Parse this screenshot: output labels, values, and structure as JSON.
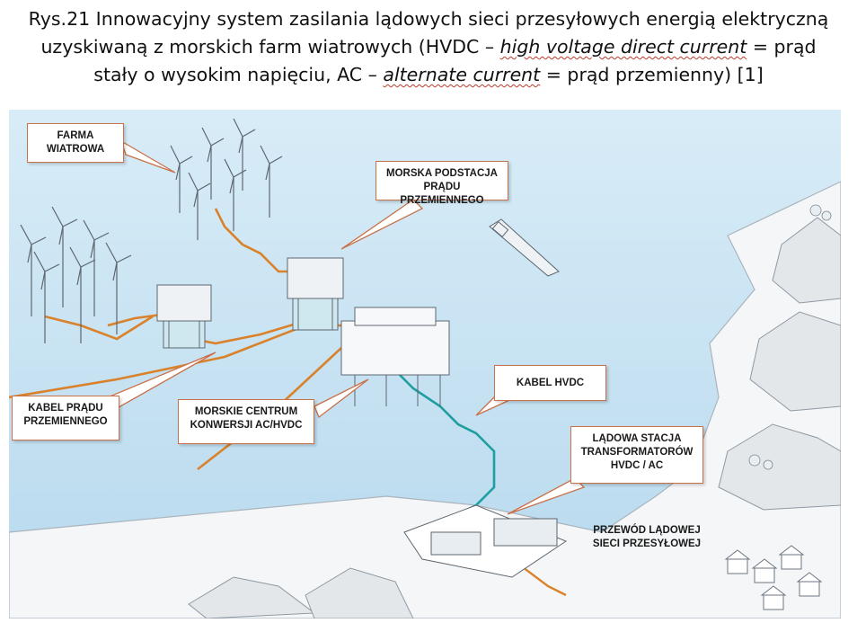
{
  "caption": {
    "line1": "Rys.21  Innowacyjny system zasilania lądowych sieci przesyłowych energią elektryczną",
    "line2_prefix": "uzyskiwaną z morskich farm wiatrowych  (HVDC – ",
    "line2_term": "high voltage direct current",
    "line2_suffix": " = prąd",
    "line3_prefix": "stały o wysokim napięciu, AC – ",
    "line3_term": "alternate current",
    "line3_suffix": " = prąd przemienny) [1]"
  },
  "labels": {
    "farma": [
      "FARMA",
      "WIATROWA"
    ],
    "podstacja": [
      "MORSKA PODSTACJA",
      "PRĄDU PRZEMIENNEGO"
    ],
    "kabel_ac": [
      "KABEL PRĄDU",
      "PRZEMIENNEGO"
    ],
    "centrum": [
      "MORSKIE CENTRUM",
      "KONWERSJI AC/HVDC"
    ],
    "kabel_hvdc": "KABEL HVDC",
    "stacja": [
      "LĄDOWA STACJA",
      "TRANSFORMATORÓW",
      "HVDC / AC"
    ],
    "przewod": [
      "PRZEWÓD LĄDOWEJ",
      "SIECI PRZESYŁOWEJ"
    ]
  },
  "colors": {
    "sea": "#c9e3f2",
    "land": "#f4f6f8",
    "ac_cable": "#d9822b",
    "hvdc_cable": "#1f9ea0",
    "callout_border": "#c9714a"
  }
}
